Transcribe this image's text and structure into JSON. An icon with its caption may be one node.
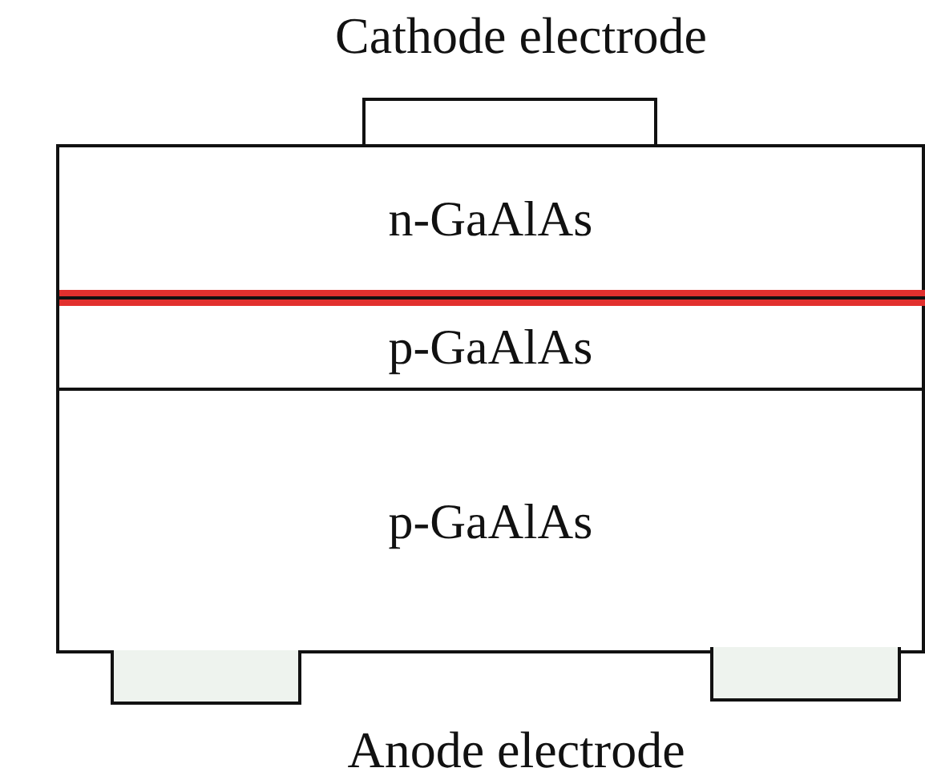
{
  "diagram": {
    "nodes": [
      {
        "text": [],
        "shape": "box"
      },
      {
        "text": [
          "n-GaAlAs"
        ]
      },
      {
        "text": [
          "p-GaAlAs"
        ]
      },
      {
        "text": [
          "p-GaAlAs"
        ]
      },
      {
        "text": [],
        "shape": "box"
      },
      {
        "text": [],
        "shape": "box"
      }
    ],
    "labels": [
      "Cathode electrode",
      "Anode electrode"
    ]
  }
}
